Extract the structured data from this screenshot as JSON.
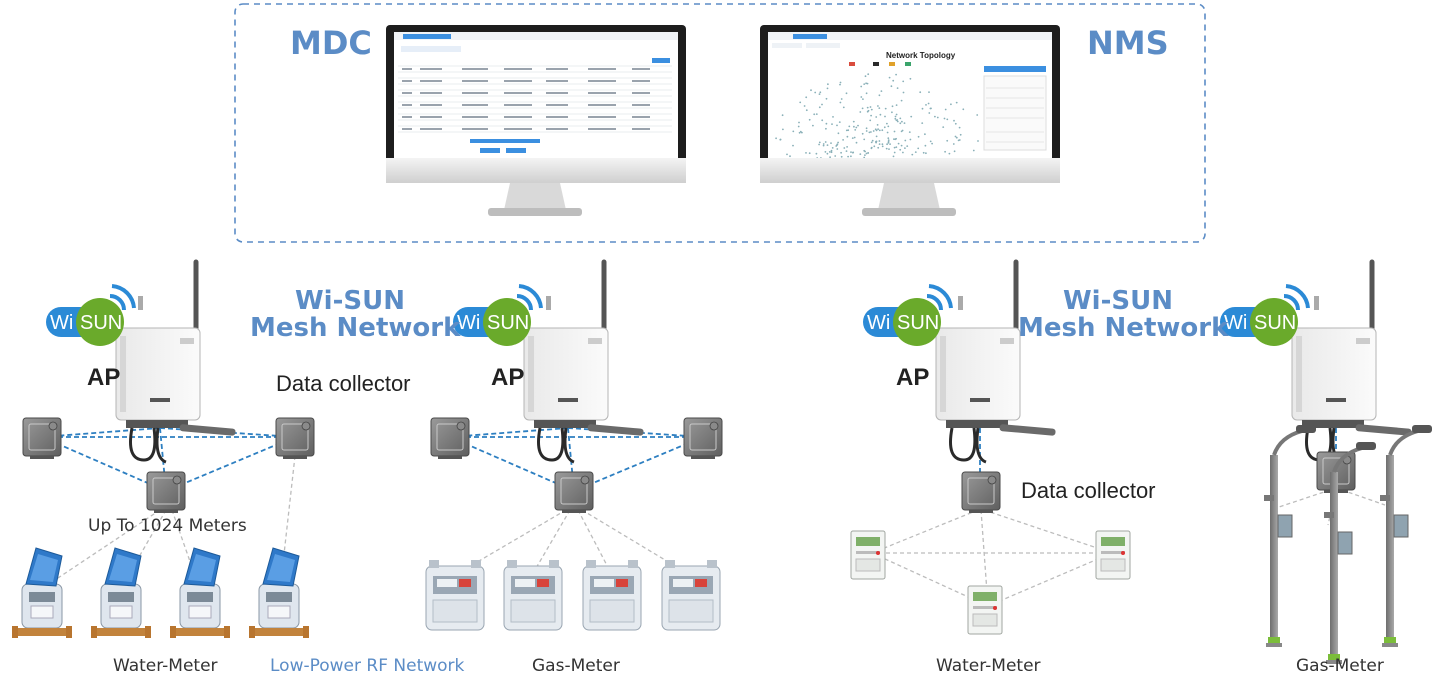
{
  "top_panel": {
    "mdc_label": "MDC",
    "nms_label": "NMS",
    "nms_screen_title": "Network Topology"
  },
  "networks": [
    {
      "mesh_title_line1": "Wi-SUN",
      "mesh_title_line2": "Mesh Network",
      "ap_label_1": "AP",
      "ap_label_2": "AP",
      "collector_label": "Data collector",
      "meter_count_label": "Up To 1024 Meters",
      "rf_label": "Low-Power RF Network",
      "left_caption": "Water-Meter",
      "right_caption": "Gas-Meter"
    },
    {
      "mesh_title_line1": "Wi-SUN",
      "mesh_title_line2": "Mesh Network",
      "ap_label": "AP",
      "collector_label": "Data collector",
      "left_caption": "Water-Meter",
      "right_caption": "Gas-Meter"
    }
  ],
  "logo": {
    "wi": "Wi",
    "sun": "SUN"
  },
  "colors": {
    "accent_blue": "#5b8cc6",
    "link_blue": "#2d7fc1",
    "logo_green": "#6aaa2b",
    "logo_blue": "#2b8ad6"
  }
}
